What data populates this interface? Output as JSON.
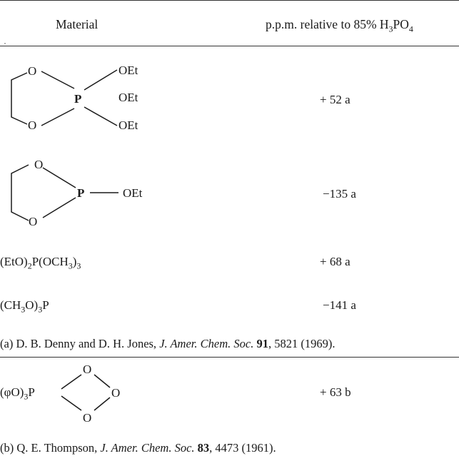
{
  "header": {
    "material": "Material",
    "shift_prefix": "p.p.m. relative to 85",
    "shift_percent": "%",
    "shift_h": "H",
    "shift_3": "3",
    "shift_po": "PO",
    "shift_4": "4"
  },
  "rows": [
    {
      "atoms": {
        "o_top": "O",
        "o_bottom": "O",
        "p": "P",
        "oet_1": "OEt",
        "oet_2": "OEt",
        "oet_3": "OEt"
      },
      "shift": "+ 52 a"
    },
    {
      "atoms": {
        "o_top": "O",
        "o_bottom": "O",
        "p": "P",
        "oet": "OEt"
      },
      "shift": "−135 a"
    },
    {
      "formula": {
        "a": "(EtO)",
        "a_sub": "2",
        "b": "P(OCH",
        "b_sub": "3",
        "c": ")",
        "c_sub": "3"
      },
      "shift": "+ 68 a"
    },
    {
      "formula": {
        "a": "(CH",
        "a_sub": "3",
        "b": "O)",
        "b_sub": "3",
        "c": "P"
      },
      "shift": "−141 a"
    },
    {
      "formula": {
        "a": "(φO)",
        "a_sub": "3",
        "p": "P"
      },
      "atoms": {
        "o_top": "O",
        "o_right": "O",
        "o_bottom": "O"
      },
      "shift": "+ 63 b"
    }
  ],
  "references": [
    {
      "label": "(a)",
      "authors": "D. B. Denny and D. H. Jones,",
      "journal": "J. Amer. Chem. Soc.",
      "volume": "91",
      "pages": ", 5821 (1969)."
    },
    {
      "label": "(b)",
      "authors": "Q. E. Thompson,",
      "journal": "J. Amer. Chem. Soc.",
      "volume": "83",
      "pages": ", 4473 (1961)."
    }
  ]
}
